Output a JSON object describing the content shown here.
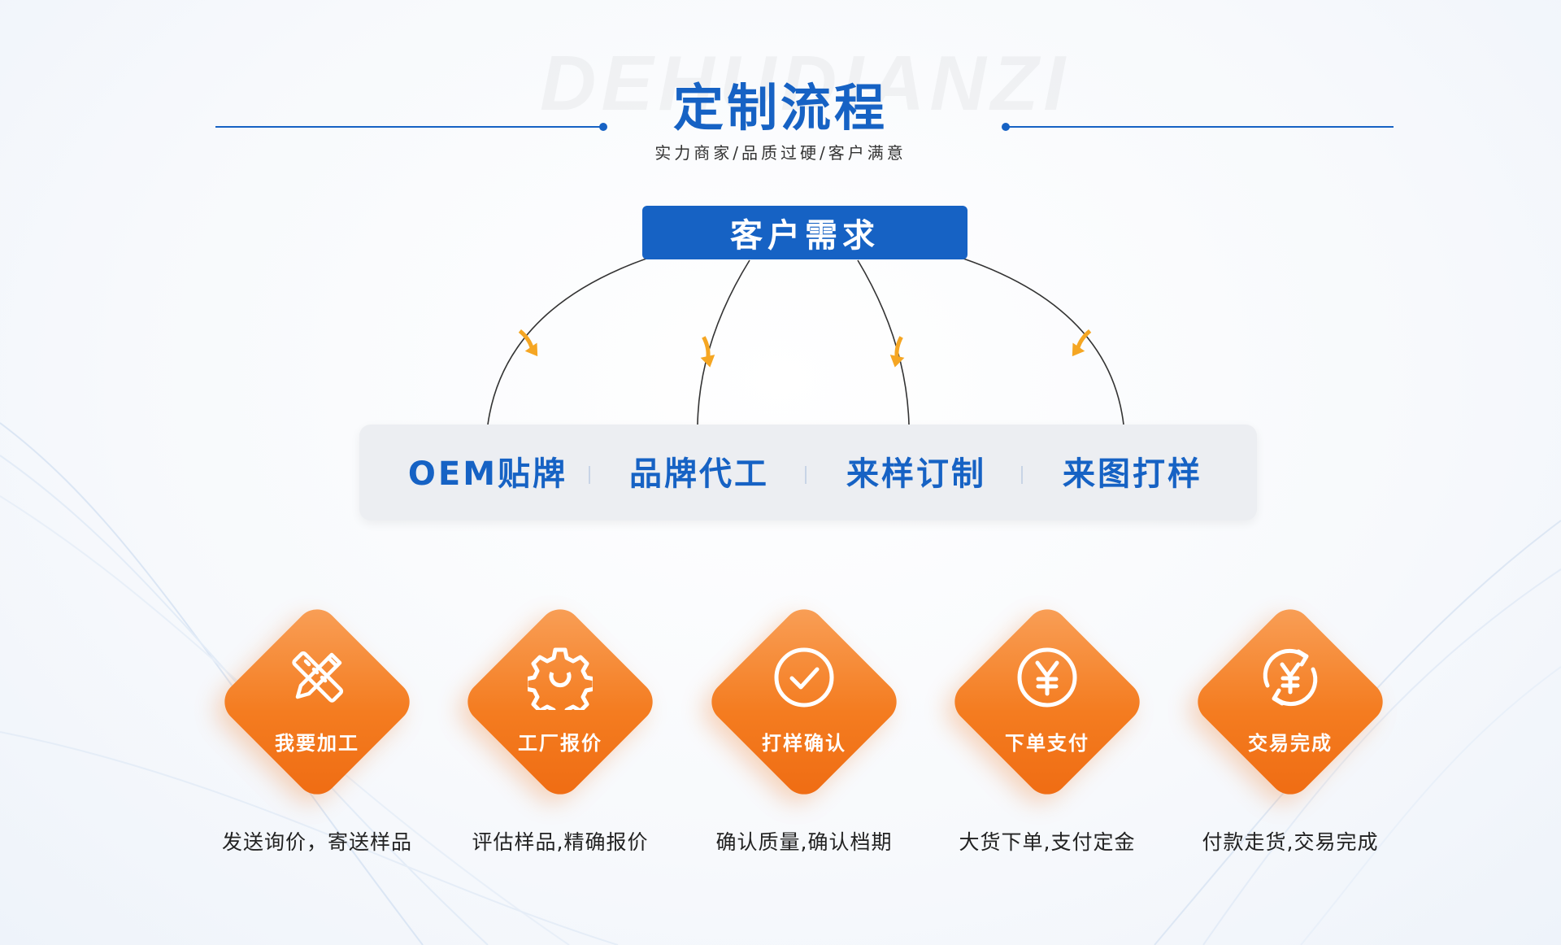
{
  "header": {
    "watermark": "DEHUDIANZI",
    "title": "定制流程",
    "subtitle": "实力商家/品质过硬/客户满意"
  },
  "demand": {
    "label": "客户需求"
  },
  "services": [
    {
      "label": "OEM贴牌"
    },
    {
      "label": "品牌代工"
    },
    {
      "label": "来样订制"
    },
    {
      "label": "来图打样"
    }
  ],
  "steps": [
    {
      "label": "我要加工",
      "desc": "发送询价，寄送样品",
      "icon": "pencil-ruler-icon"
    },
    {
      "label": "工厂报价",
      "desc": "评估样品,精确报价",
      "icon": "gear-icon"
    },
    {
      "label": "打样确认",
      "desc": "确认质量,确认档期",
      "icon": "check-circle-icon"
    },
    {
      "label": "下单支付",
      "desc": "大货下单,支付定金",
      "icon": "yen-circle-icon"
    },
    {
      "label": "交易完成",
      "desc": "付款走货,交易完成",
      "icon": "yen-cycle-icon"
    }
  ],
  "colors": {
    "primary": "#1662c4",
    "accent": "#f47c20",
    "arrow": "#f5a623",
    "panel": "#eceef2"
  }
}
